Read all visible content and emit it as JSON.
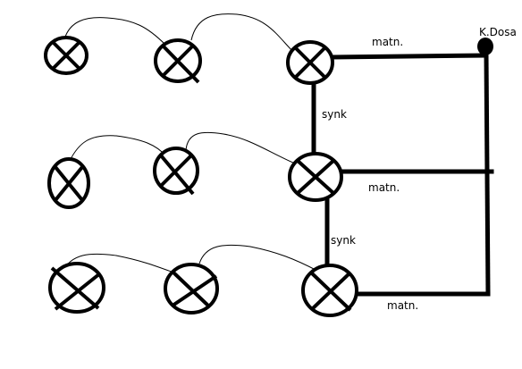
{
  "diagram": {
    "line_color": "#000000",
    "background": "#ffffff",
    "labels": {
      "kdosa": "K.Dosa",
      "matn_top": "matn.",
      "matn_mid": "matn.",
      "matn_bottom": "matn.",
      "synk_upper": "synk",
      "synk_lower": "synk"
    },
    "icons": {
      "lamp": "lamp-icon",
      "junction_box": "junction-box-icon"
    }
  }
}
